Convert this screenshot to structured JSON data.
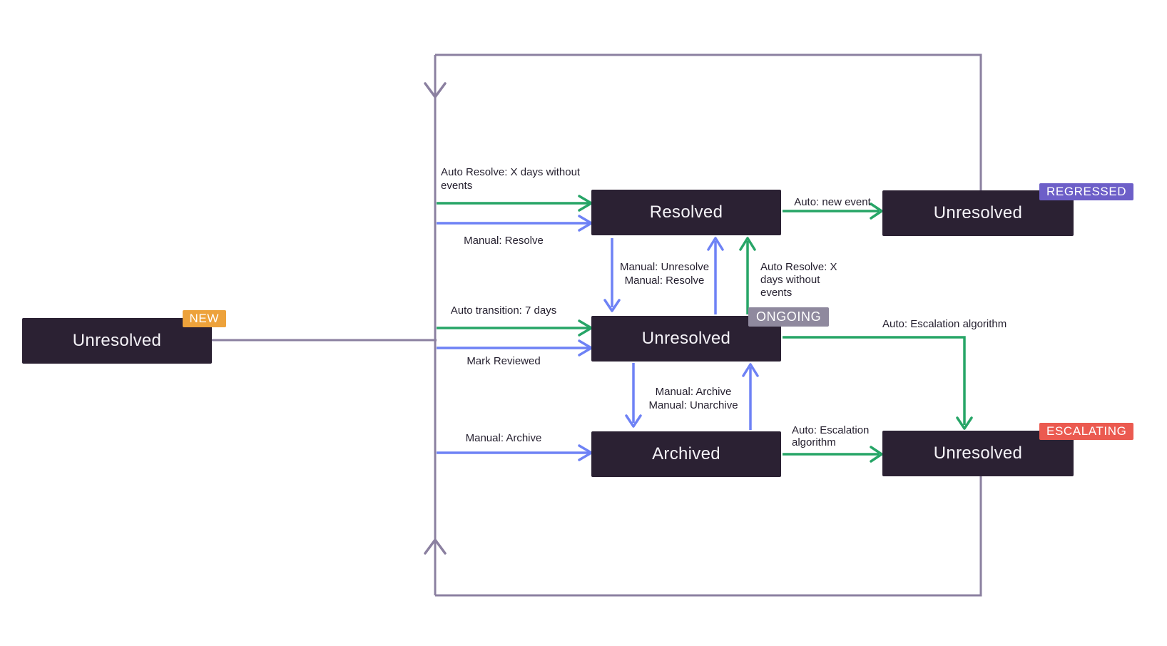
{
  "diagram": {
    "nodes": {
      "new": {
        "label": "Unresolved",
        "badge": "NEW"
      },
      "resolved": {
        "label": "Resolved"
      },
      "ongoing": {
        "label": "Unresolved",
        "badge": "ONGOING"
      },
      "archived": {
        "label": "Archived"
      },
      "regressed": {
        "label": "Unresolved",
        "badge": "REGRESSED"
      },
      "escalating": {
        "label": "Unresolved",
        "badge": "ESCALATING"
      }
    },
    "edges": {
      "auto_resolve_to_resolved": "Auto Resolve: X days without\nevents",
      "manual_resolve_to_resolved": "Manual: Resolve",
      "auto_new_event": "Auto: new event",
      "manual_unresolve_and_resolve": "Manual: Unresolve\nManual: Resolve",
      "auto_resolve_from_ongoing": "Auto Resolve: X\ndays without\nevents",
      "auto_transition": "Auto transition: 7 days",
      "mark_reviewed": "Mark Reviewed",
      "auto_escalation_from_ongoing": "Auto: Escalation algorithm",
      "manual_archive_and_unarchive": "Manual: Archive\nManual: Unarchive",
      "manual_archive_to_archived": "Manual: Archive",
      "auto_escalation_from_archived": "Auto: Escalation\nalgorithm"
    },
    "colors": {
      "node_background": "#2b2133",
      "auto_arrow_green": "#27a567",
      "manual_arrow_blue": "#6e82f5",
      "loop_line_purple": "#8b80a0",
      "badge_new": "#eda23b",
      "badge_ongoing": "#8f899e",
      "badge_regressed": "#6d5fc8",
      "badge_escalating": "#eb5a50"
    }
  }
}
